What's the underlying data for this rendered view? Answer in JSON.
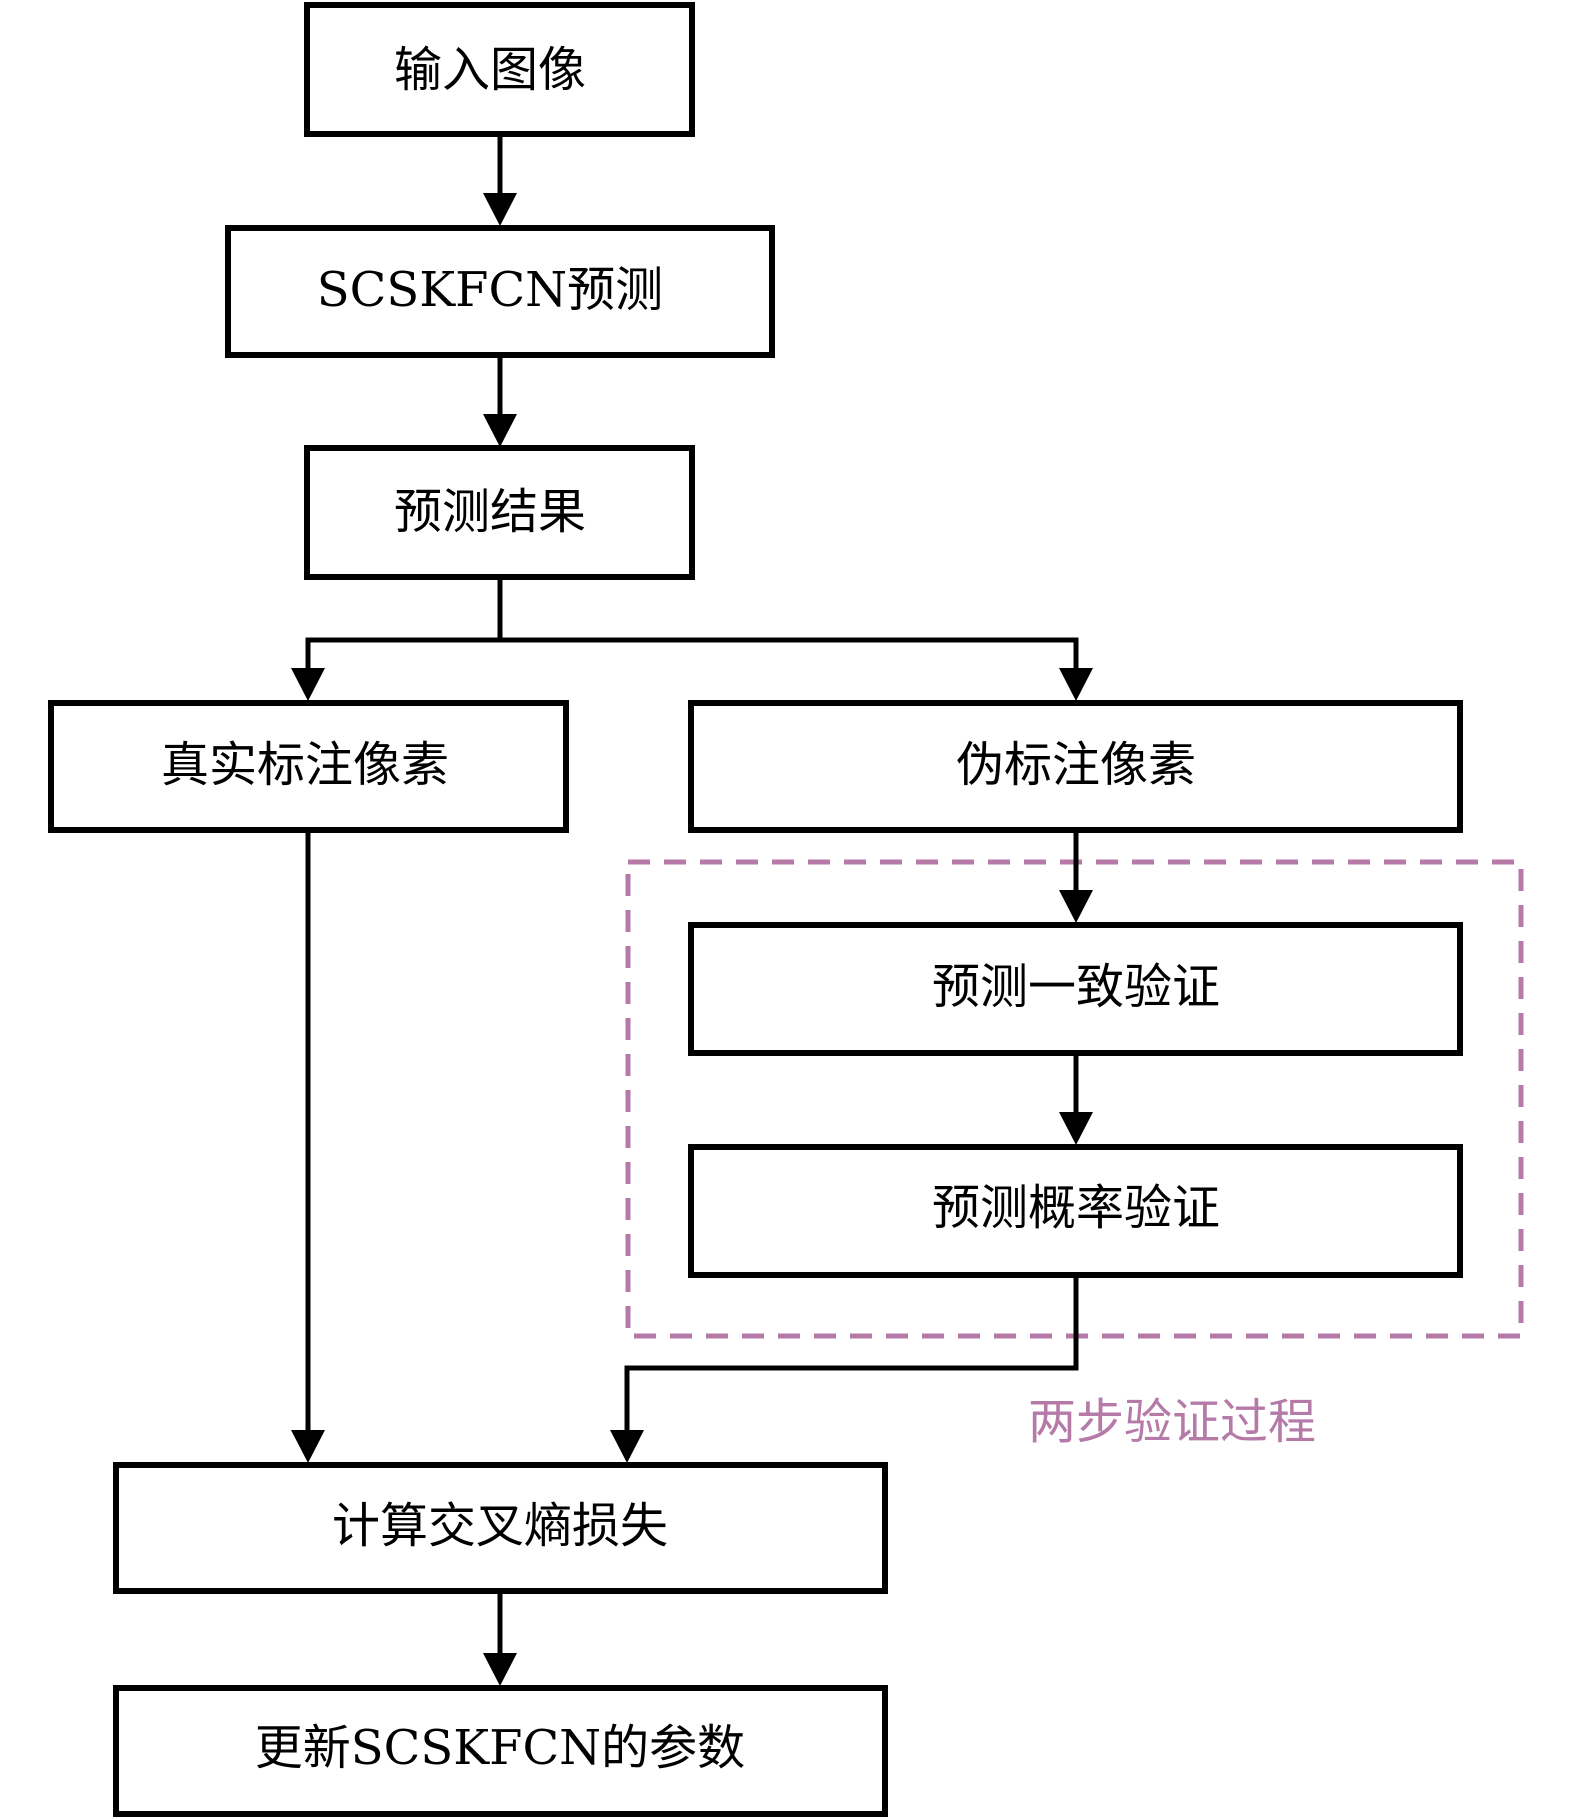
{
  "diagram": {
    "nodes": {
      "input_image": "输入图像",
      "scskfcn_predict": "SCSKFCN预测",
      "predict_result": "预测结果",
      "true_label_pixels": "真实标注像素",
      "pseudo_label_pixels": "伪标注像素",
      "predict_consistency_check": "预测一致验证",
      "predict_probability_check": "预测概率验证",
      "compute_ce_loss": "计算交叉熵损失",
      "update_params": "更新SCSKFCN的参数"
    },
    "group": {
      "label": "两步验证过程",
      "color": "#b57aa8"
    },
    "edges": [
      {
        "from": "input_image",
        "to": "scskfcn_predict"
      },
      {
        "from": "scskfcn_predict",
        "to": "predict_result"
      },
      {
        "from": "predict_result",
        "to": "true_label_pixels"
      },
      {
        "from": "predict_result",
        "to": "pseudo_label_pixels"
      },
      {
        "from": "pseudo_label_pixels",
        "to": "predict_consistency_check"
      },
      {
        "from": "predict_consistency_check",
        "to": "predict_probability_check"
      },
      {
        "from": "true_label_pixels",
        "to": "compute_ce_loss"
      },
      {
        "from": "predict_probability_check",
        "to": "compute_ce_loss"
      },
      {
        "from": "compute_ce_loss",
        "to": "update_params"
      }
    ]
  }
}
